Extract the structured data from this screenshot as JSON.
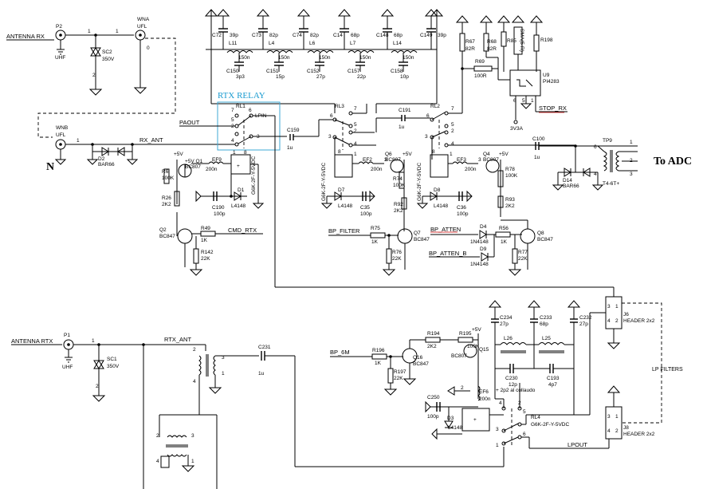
{
  "diagram": {
    "headings": {
      "to_adc": "To ADC",
      "n": "N",
      "rtx_relay": "RTX RELAY",
      "lp_filters": "LP FILTERS"
    },
    "net_labels": {
      "antenna_rx": "ANTENNA RX",
      "antenna_rtx": "ANTENNA RTX",
      "paout": "PAOUT",
      "rx_ant": "RX_ANT",
      "rtx_ant": "RTX_ANT",
      "cmd_rtx": "CMD_RTX",
      "bp_filter": "BP_FILTER",
      "bp_atten": "BP_ATTEN",
      "bp_atten_b": "BP_ATTEN_B",
      "bp_6m": "BP_6M",
      "stop_rx": "STOP_RX",
      "lpout": "LPOUT",
      "v3v3a": "3V3A",
      "plus5v": "+5V",
      "lp_note": "+ 2p2 al collaudo",
      "lpin": "LPIN"
    },
    "connectors": {
      "p2": {
        "ref": "P2",
        "type": "UHF"
      },
      "p1": {
        "ref": "P1",
        "type": "UHF"
      },
      "wna": {
        "ref": "WNA",
        "type": "UFL"
      },
      "wnb": {
        "ref": "WNB",
        "type": "UFL"
      },
      "j6": {
        "ref": "J6",
        "type": "HEADER 2x2"
      },
      "j8": {
        "ref": "J8",
        "type": "HEADER 2x2"
      }
    },
    "components": {
      "sc2": {
        "ref": "SC2",
        "value": "350V"
      },
      "sc1": {
        "ref": "SC1",
        "value": "350V"
      },
      "d2": {
        "ref": "D2",
        "value": "BAR66"
      },
      "d14": {
        "ref": "D14",
        "value": "BAR66"
      },
      "rl1": {
        "ref": "RL1"
      },
      "rl2": {
        "ref": "RL2"
      },
      "rl3": {
        "ref": "RL3"
      },
      "rl4": {
        "ref": "RL4",
        "value": "G6K-2F-Y-5VDC"
      },
      "relay_part": "G6K-2F-Y-5VDC",
      "c159": {
        "ref": "C159",
        "value": "1u"
      },
      "c191": {
        "ref": "C191",
        "value": "1u"
      },
      "c100": {
        "ref": "C100",
        "value": "1u"
      },
      "c231": {
        "ref": "C231",
        "value": "1u"
      },
      "tp9": {
        "ref": "TP9",
        "value": "T4-6T+"
      },
      "u9": {
        "ref": "U9",
        "value": "PI4283"
      },
      "sma": "SMA(5-R)",
      "r67": {
        "ref": "R67",
        "value": "82R"
      },
      "r68": {
        "ref": "R68",
        "value": "82R"
      },
      "r69": {
        "ref": "R69",
        "value": "100R"
      },
      "r85": {
        "ref": "R85"
      },
      "r198": {
        "ref": "R198"
      },
      "q1": {
        "ref": "+5V Q1",
        "value": "BC807"
      },
      "ef9": {
        "ref": "EF9",
        "value": "200n"
      },
      "r6": {
        "ref": "R6",
        "value": "100K"
      },
      "r26": {
        "ref": "R26",
        "value": "2K2"
      },
      "c190": {
        "ref": "C190",
        "value": "100p"
      },
      "d1": {
        "ref": "D1",
        "value": "L4148"
      },
      "q2": {
        "ref": "Q2",
        "value": "BC847"
      },
      "r49": {
        "ref": "R49",
        "value": "1K"
      },
      "r142": {
        "ref": "R142",
        "value": "22K"
      },
      "ef2": {
        "ref": "EF2",
        "value": "200n"
      },
      "d7": {
        "ref": "D7",
        "value": "L4148"
      },
      "c35": {
        "ref": "C35",
        "value": "100p"
      },
      "q6": {
        "ref": "Q6",
        "value": "BC807"
      },
      "r74": {
        "ref": "R74",
        "value": "100K"
      },
      "r92": {
        "ref": "R92",
        "value": "2K2"
      },
      "ef3": {
        "ref": "EF3",
        "value": "200n"
      },
      "d8": {
        "ref": "D8",
        "value": "L4148"
      },
      "c36": {
        "ref": "C36",
        "value": "100p"
      },
      "q4": {
        "ref": "Q4",
        "value": "BC807"
      },
      "r78": {
        "ref": "R78",
        "value": "100K"
      },
      "r93": {
        "ref": "R93",
        "value": "2K2"
      },
      "r75": {
        "ref": "R75",
        "value": "1K"
      },
      "q7": {
        "ref": "Q7",
        "value": "BC847"
      },
      "r76": {
        "ref": "R76",
        "value": "22K"
      },
      "d4": {
        "ref": "D4",
        "value": "1N4148"
      },
      "d9": {
        "ref": "D9",
        "value": "1N4148"
      },
      "r56": {
        "ref": "R56",
        "value": "1K"
      },
      "r77": {
        "ref": "R77",
        "value": "22K"
      },
      "q8": {
        "ref": "Q8",
        "value": "BC847"
      },
      "r196": {
        "ref": "R196",
        "value": "1K"
      },
      "r197": {
        "ref": "R197",
        "value": "22K"
      },
      "q16": {
        "ref": "Q16",
        "value": "BC847"
      },
      "r194": {
        "ref": "R194",
        "value": "2K2"
      },
      "r195": {
        "ref": "R195",
        "value": "100K"
      },
      "q15": {
        "ref": "Q15",
        "value": "BC807"
      },
      "ef6": {
        "ref": "EF6",
        "value": "200n"
      },
      "c250": {
        "ref": "C250",
        "value": "100p"
      },
      "d3": {
        "ref": "D3",
        "value": "L4148"
      },
      "c234": {
        "ref": "C234",
        "value": "27p"
      },
      "c233": {
        "ref": "C233",
        "value": "68p"
      },
      "c232": {
        "ref": "C232",
        "value": "27p"
      },
      "c230": {
        "ref": "C230",
        "value": "12p"
      },
      "c193": {
        "ref": "C193",
        "value": "4p7"
      },
      "l26": {
        "ref": "L26"
      },
      "l25": {
        "ref": "L25"
      }
    },
    "filter_caps_top": [
      {
        "ref": "C72",
        "value": "39p"
      },
      {
        "ref": "C73",
        "value": "82p"
      },
      {
        "ref": "C74",
        "value": "82p"
      },
      {
        "ref": "C14",
        "value": "68p"
      },
      {
        "ref": "C148",
        "value": "68p"
      },
      {
        "ref": "C149",
        "value": "39p"
      }
    ],
    "filter_inductors": [
      {
        "ref": "L11",
        "value": "150n"
      },
      {
        "ref": "L4",
        "value": "150n"
      },
      {
        "ref": "L6",
        "value": "150n"
      },
      {
        "ref": "L7",
        "value": "150n"
      },
      {
        "ref": "L14",
        "value": "150n"
      }
    ],
    "filter_caps_bottom": [
      {
        "ref": "C150",
        "value": "3p3"
      },
      {
        "ref": "C151",
        "value": "15p"
      },
      {
        "ref": "C152",
        "value": "27p"
      },
      {
        "ref": "C157",
        "value": "22p"
      },
      {
        "ref": "C158",
        "value": "10p"
      }
    ],
    "pin_numbers": {
      "p1": "1",
      "p2": "2",
      "p3": "3",
      "p4": "4",
      "p5": "5",
      "p6": "6",
      "p7": "7",
      "p8": "8",
      "p0": "0"
    }
  }
}
